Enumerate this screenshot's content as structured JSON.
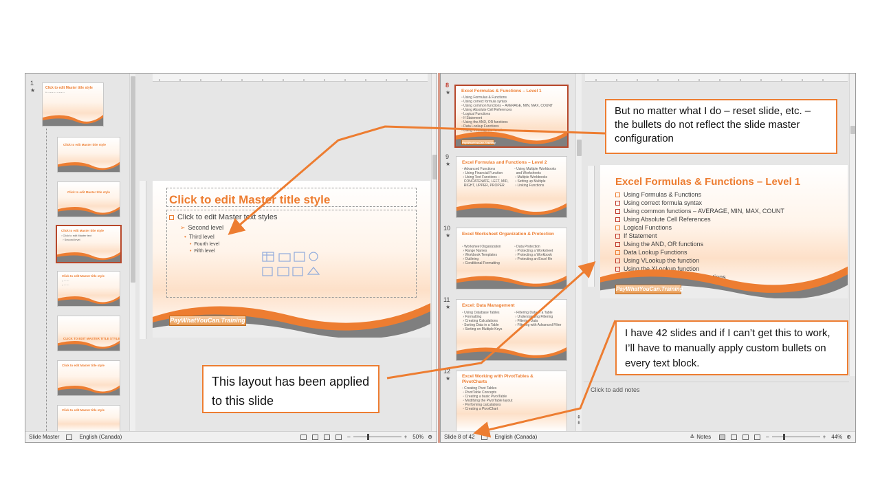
{
  "left_window": {
    "status_view": "Slide Master",
    "status_language": "English (Canada)",
    "zoom": "50%",
    "thumb_number": "1",
    "master_thumb_title": "Click to edit Master title style",
    "layout_thumb_title": "Click to edit Master title style",
    "main_slide": {
      "title": "Click to edit Master title style",
      "level1": "Click to edit Master text styles",
      "level2": "Second level",
      "level3": "Third level",
      "level4": "Fourth level",
      "level5": "Fifth level",
      "footer_logo": "PayWhatYouCan.Training"
    }
  },
  "right_window": {
    "status_slide": "Slide 8 of 42",
    "status_language": "English (Canada)",
    "notes_label": "Notes",
    "zoom": "44%",
    "notes_placeholder": "Click to add notes",
    "thumbnails": [
      {
        "num": "8",
        "title": "Excel Formulas & Functions – Level 1"
      },
      {
        "num": "9",
        "title": "Excel Formulas and Functions – Level 2"
      },
      {
        "num": "10",
        "title": "Excel Worksheet Organization & Protection"
      },
      {
        "num": "11",
        "title": "Excel: Data Management"
      },
      {
        "num": "12",
        "title": "Excel Working with PivotTables & PivotCharts"
      }
    ],
    "main_slide": {
      "title": "Excel Formulas & Functions – Level 1",
      "bullets": [
        "Using Formulas & Functions",
        "Using correct formula syntax",
        "Using common functions – AVERAGE, MIN, MAX, COUNT",
        "Using Absolute Cell References",
        "Logical Functions",
        "If Statement",
        "Using the AND, OR functions",
        "Data Lookup Functions",
        "Using VLookup the function",
        "Using the XLookup function",
        "Using the Match and Index Functions"
      ],
      "footer_logo": "PayWhatYouCan.Training"
    }
  },
  "callouts": {
    "top": "But no matter what I do – reset slide, etc. – the bullets do not reflect the slide master configuration",
    "left": "This layout has been applied to this slide",
    "bottom": "I have 42 slides and if I can’t get this to work, I’ll have to manually apply custom bullets on every text block."
  },
  "colors": {
    "accent": "#ed7d31",
    "selection": "#b7472a"
  }
}
